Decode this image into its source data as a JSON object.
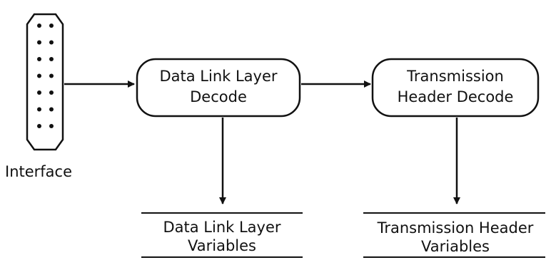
{
  "interface": {
    "label": "Interface",
    "pin_rows": 7,
    "pin_cols": 2
  },
  "nodes": {
    "dll_decode": {
      "line1": "Data Link Layer",
      "line2": "Decode"
    },
    "th_decode": {
      "line1": "Transmission",
      "line2": "Header Decode"
    }
  },
  "stores": {
    "dll_variables": {
      "line1": "Data Link Layer",
      "line2": "Variables"
    },
    "th_variables": {
      "line1": "Transmission Header",
      "line2": "Variables"
    }
  },
  "colors": {
    "ink": "#111111",
    "background": "#ffffff"
  }
}
